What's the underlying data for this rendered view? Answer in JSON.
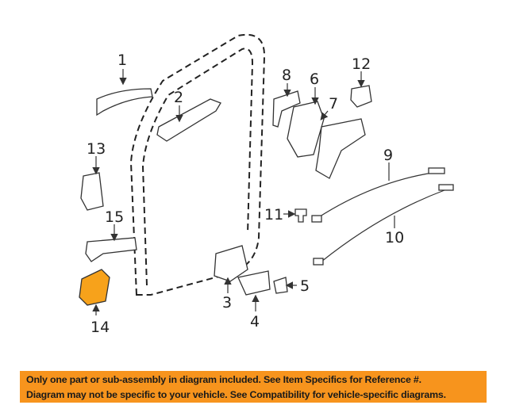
{
  "callouts": [
    "1",
    "2",
    "3",
    "4",
    "5",
    "6",
    "7",
    "8",
    "9",
    "10",
    "11",
    "12",
    "13",
    "14",
    "15"
  ],
  "highlighted_part": "14",
  "colors": {
    "highlight": "#f7a21b",
    "banner": "#f7941d"
  },
  "banner": {
    "line1": "Only one part or sub-assembly in diagram included. See Item Specifics for Reference #.",
    "line2": "Diagram may not be specific to your vehicle. See Compatibility for vehicle-specific diagrams."
  }
}
